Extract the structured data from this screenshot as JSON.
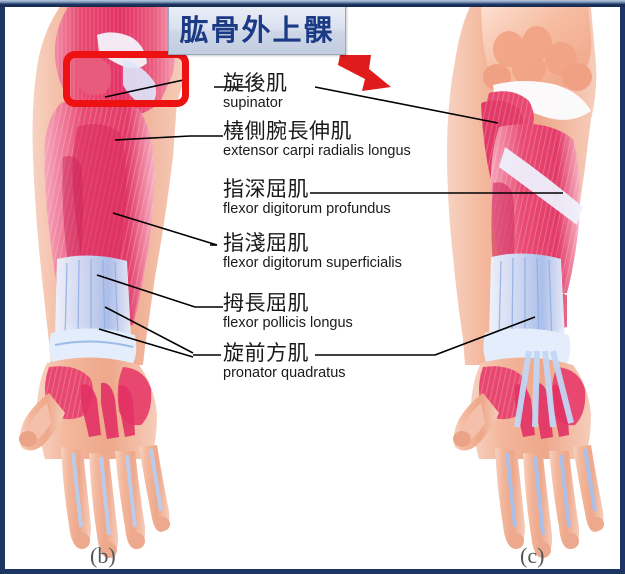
{
  "slide": {
    "title_cn": "肱骨外上髁",
    "title_meaning_en": "lateral epicondyle of humerus"
  },
  "highlight": {
    "color": "#ee1111",
    "target_cn": "肱骨外上髁"
  },
  "arrow": {
    "color": "#e01b1b",
    "direction": "down-right",
    "points_to": "肱骨外上髁"
  },
  "labels": [
    {
      "id": "supinator",
      "cn": "旋後肌",
      "en": "supinator"
    },
    {
      "id": "extensor-carpi-radialis-longus",
      "cn": "橈側腕長伸肌",
      "en": "extensor carpi radialis longus"
    },
    {
      "id": "flexor-digitorum-profundus",
      "cn": "指深屈肌",
      "en": "flexor digitorum profundus"
    },
    {
      "id": "flexor-digitorum-superficialis",
      "cn": "指淺屈肌",
      "en": "flexor digitorum superficialis"
    },
    {
      "id": "flexor-pollicis-longus",
      "cn": "拇長屈肌",
      "en": "flexor pollicis longus"
    },
    {
      "id": "pronator-quadratus",
      "cn": "旋前方肌",
      "en": "pronator quadratus"
    }
  ],
  "figures": [
    {
      "id": "figure-b",
      "caption": "(b)"
    },
    {
      "id": "figure-c",
      "caption": "(c)"
    }
  ],
  "colors": {
    "frame_navy": "#1d3562",
    "title_text": "#1b3a86",
    "title_bg": "#d6dfee",
    "highlight_red": "#ee1111",
    "arrow_red": "#e01b1b",
    "muscle_pink": "#e8486f",
    "muscle_pink_light": "#f1748f",
    "skin": "#f2b49a",
    "tendon_blue": "#c9d8f2",
    "leader_line": "#000000",
    "caption_gray": "#555555"
  }
}
